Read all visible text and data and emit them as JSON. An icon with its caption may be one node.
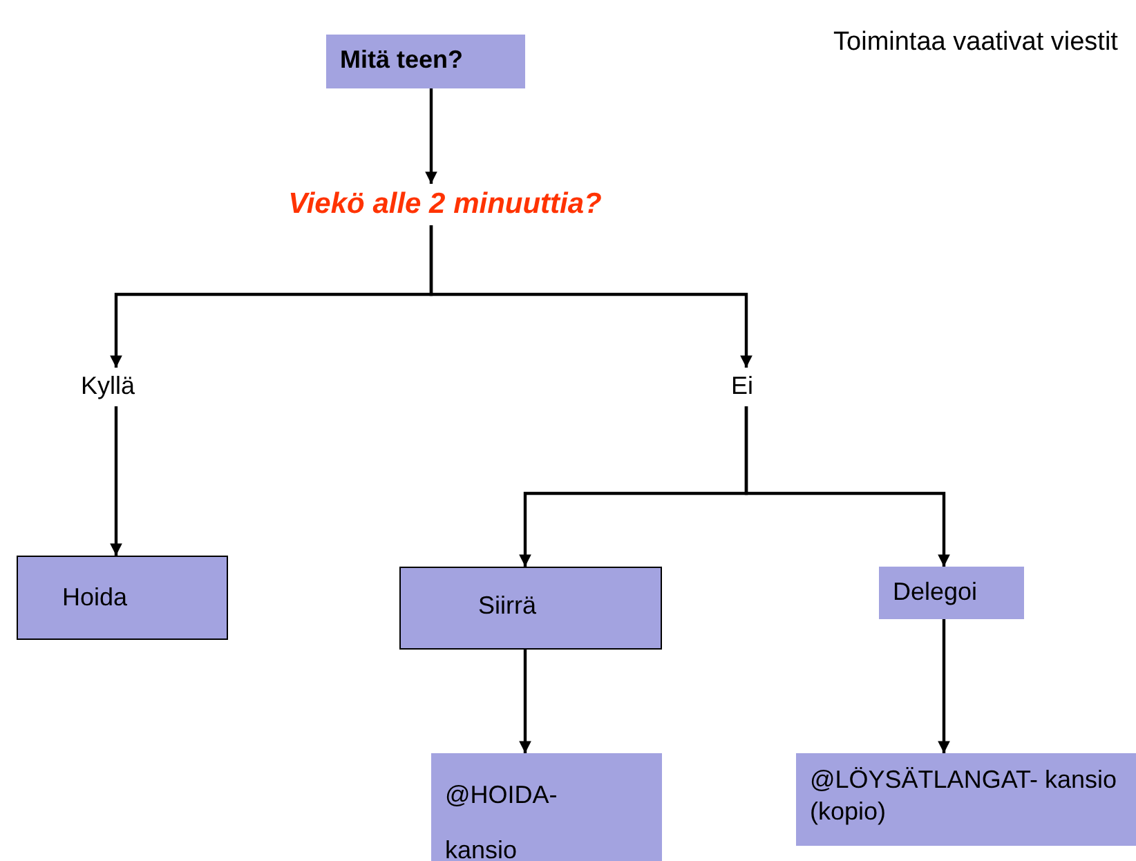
{
  "diagram": {
    "title": "Toimintaa vaativat viestit",
    "nodes": [
      {
        "text": [
          "Mitä teen?"
        ]
      },
      {
        "text": [
          "Viekö alle 2 minuuttia?"
        ]
      },
      {
        "text": [
          "Kyllä"
        ]
      },
      {
        "text": [
          "Ei"
        ]
      },
      {
        "text": [
          "Hoida"
        ]
      },
      {
        "text": [
          "Siirrä"
        ]
      },
      {
        "text": [
          "Delegoi"
        ]
      },
      {
        "text": [
          "@HOIDA- kansio"
        ]
      },
      {
        "text": [
          "@LÖYSÄTLANGAT- kansio (kopio)"
        ]
      }
    ],
    "edges": [
      {
        "from": 0,
        "to": 1,
        "arrow": "to"
      },
      {
        "from": 1,
        "to": 2,
        "arrow": "to"
      },
      {
        "from": 1,
        "to": 3,
        "arrow": "to"
      },
      {
        "from": 2,
        "to": 4,
        "arrow": "to"
      },
      {
        "from": 3,
        "to": 5,
        "arrow": "to"
      },
      {
        "from": 3,
        "to": 6,
        "arrow": "to"
      },
      {
        "from": 5,
        "to": 7,
        "arrow": "to"
      },
      {
        "from": 6,
        "to": 8,
        "arrow": "to"
      }
    ]
  }
}
